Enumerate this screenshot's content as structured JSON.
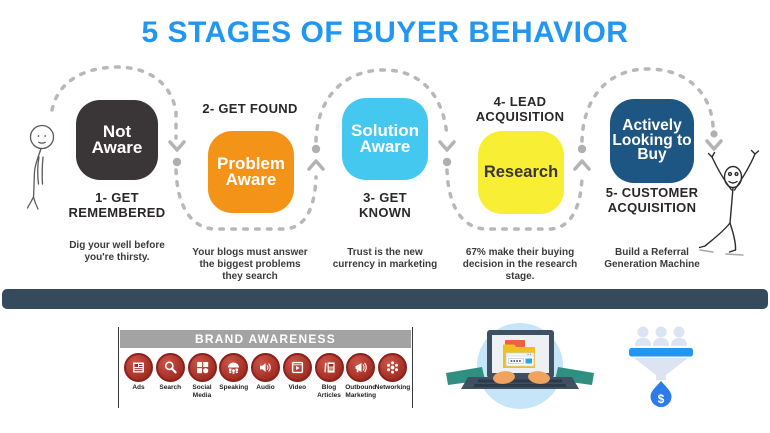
{
  "title": "5 STAGES OF BUYER BEHAVIOR",
  "stages": [
    {
      "box_label": "Not Aware",
      "heading": "1- GET REMEMBERED",
      "description": "Dig your well before you're thirsty.",
      "box_color": "#3a3537",
      "text_color": "#ffffff"
    },
    {
      "box_label": "Problem Aware",
      "heading": "2- GET FOUND",
      "description": "Your blogs must answer the biggest problems they search",
      "box_color": "#f39418",
      "text_color": "#ffffff"
    },
    {
      "box_label": "Solution Aware",
      "heading": "3- GET KNOWN",
      "description": "Trust is the new currency in marketing",
      "box_color": "#45c8f0",
      "text_color": "#ffffff"
    },
    {
      "box_label": "Research",
      "heading": "4- LEAD ACQUISITION",
      "description": "67% make their buying decision in the research stage.",
      "box_color": "#f8ee33",
      "text_color": "#3a3537"
    },
    {
      "box_label": "Actively Looking to Buy",
      "heading": "5- CUSTOMER ACQUISITION",
      "description": "Build a Referral Generation Machine",
      "box_color": "#1d5583",
      "text_color": "#ffffff"
    }
  ],
  "brand_awareness": {
    "title": "BRAND AWARENESS",
    "items": [
      {
        "label": "Ads",
        "icon": "ads-icon"
      },
      {
        "label": "Search",
        "icon": "search-icon"
      },
      {
        "label": "Social Media",
        "icon": "social-media-icon"
      },
      {
        "label": "Speaking",
        "icon": "speaking-icon"
      },
      {
        "label": "Audio",
        "icon": "audio-icon"
      },
      {
        "label": "Video",
        "icon": "video-icon"
      },
      {
        "label": "Blog Articles",
        "icon": "blog-articles-icon"
      },
      {
        "label": "Outbound Marketing",
        "icon": "outbound-marketing-icon"
      },
      {
        "label": "Networking",
        "icon": "networking-icon"
      }
    ]
  },
  "illustrations": {
    "sad_figure": "sad-stick-figure",
    "happy_figure": "happy-stick-figure",
    "laptop": "laptop-with-hands",
    "funnel": "lead-funnel",
    "funnel_symbol": "$"
  },
  "colors": {
    "title_blue": "#2196f3",
    "divider_bar": "#364a5e",
    "flow_path_gray": "#b8b8b8",
    "brand_icon_red": "#a02c22",
    "banner_gray": "#a3a3a3",
    "funnel_bar_blue": "#2196f3",
    "droplet_blue": "#2b7ce9"
  }
}
